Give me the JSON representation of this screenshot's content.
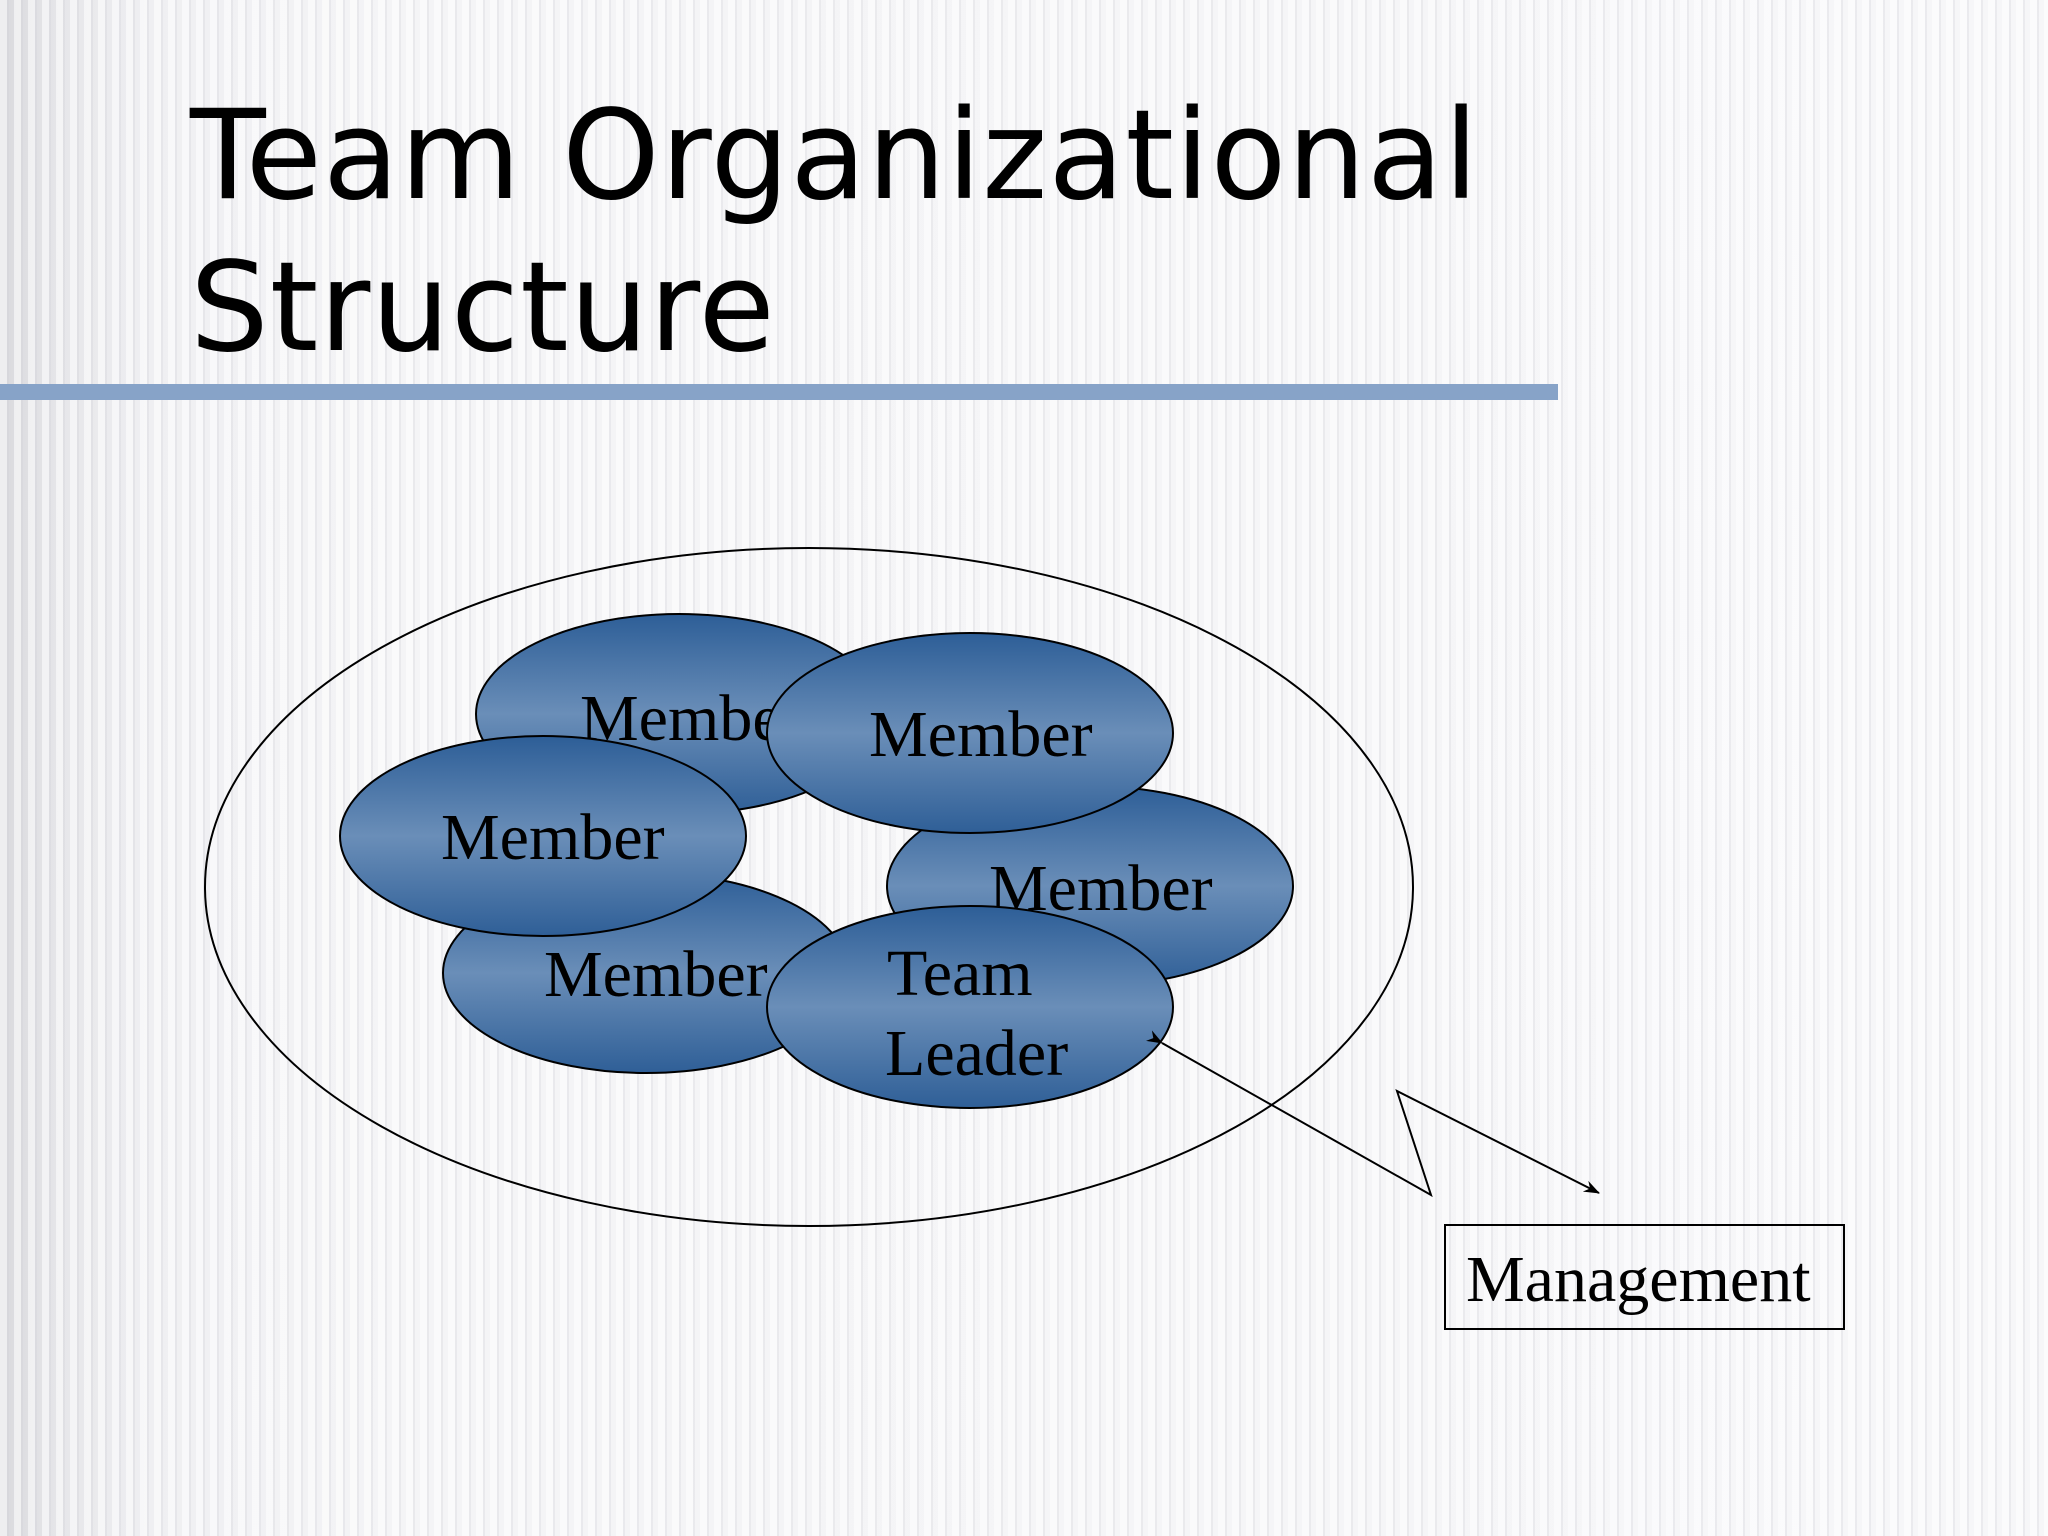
{
  "slide": {
    "title_line1": "Team Organizational",
    "title_line2": "Structure",
    "accent_color": "#87a3c8"
  },
  "diagram": {
    "members": [
      "Member",
      "Member",
      "Member",
      "Member",
      "Member"
    ],
    "team_leader_line1": "Team",
    "team_leader_line2": "Leader",
    "management": "Management",
    "node_fill_dark": "#2f5f97",
    "node_fill_light": "#6b8fb8"
  }
}
